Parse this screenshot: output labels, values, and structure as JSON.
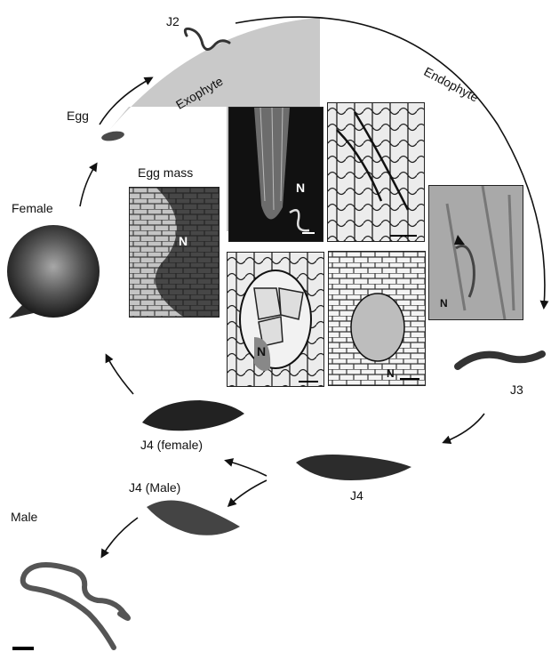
{
  "stages": {
    "j2": "J2",
    "egg": "Egg",
    "egg_mass": "Egg mass",
    "female": "Female",
    "exophyte": "Exophyte",
    "endophyte": "Endophyte",
    "j3": "J3",
    "j4": "J4",
    "j4_female": "J4 (female)",
    "j4_male": "J4 (Male)",
    "male": "Male"
  },
  "panel_marks": {
    "nematode": "N"
  },
  "colors": {
    "exophyte_sector": "#c9c9c9",
    "arrow": "#111111",
    "panel_dark": "#111111"
  }
}
